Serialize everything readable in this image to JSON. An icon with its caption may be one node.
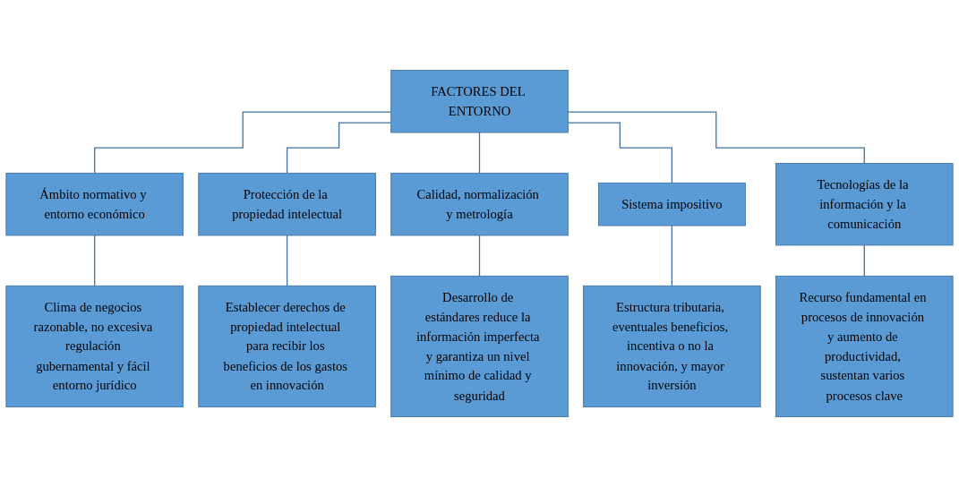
{
  "diagram": {
    "nodes": [
      {
        "text": [
          "FACTORES DEL ENTORNO"
        ]
      },
      {
        "text": [
          "Ámbito normativo y entorno económico"
        ]
      },
      {
        "text": [
          "Protección de la propiedad intelectual"
        ]
      },
      {
        "text": [
          "Calidad, normalización y metrología"
        ]
      },
      {
        "text": [
          "Sistema impositivo"
        ]
      },
      {
        "text": [
          "Tecnologías de la información y la comunicación"
        ]
      },
      {
        "text": [
          "Clima de negocios razonable, no excesiva regulación gubernamental y fácil entorno jurídico"
        ]
      },
      {
        "text": [
          "Establecer derechos de propiedad intelectual para recibir los beneficios de los gastos en innovación"
        ]
      },
      {
        "text": [
          "Desarrollo de estándares reduce la información imperfecta y garantiza un nivel mínimo de calidad y seguridad"
        ]
      },
      {
        "text": [
          "Estructura tributaria, eventuales beneficios, incentiva o no la innovación, y mayor inversión"
        ]
      },
      {
        "text": [
          "Recurso fundamental en procesos de innovación y aumento de productividad, sustentan varios procesos clave"
        ]
      }
    ],
    "edges": [
      {
        "from": 0,
        "to": 1,
        "arrow": "none"
      },
      {
        "from": 0,
        "to": 2,
        "arrow": "none"
      },
      {
        "from": 0,
        "to": 3,
        "arrow": "none"
      },
      {
        "from": 0,
        "to": 4,
        "arrow": "none"
      },
      {
        "from": 0,
        "to": 5,
        "arrow": "none"
      },
      {
        "from": 1,
        "to": 6,
        "arrow": "none"
      },
      {
        "from": 2,
        "to": 7,
        "arrow": "none"
      },
      {
        "from": 3,
        "to": 8,
        "arrow": "none"
      },
      {
        "from": 4,
        "to": 9,
        "arrow": "none"
      },
      {
        "from": 5,
        "to": 10,
        "arrow": "none"
      }
    ]
  }
}
